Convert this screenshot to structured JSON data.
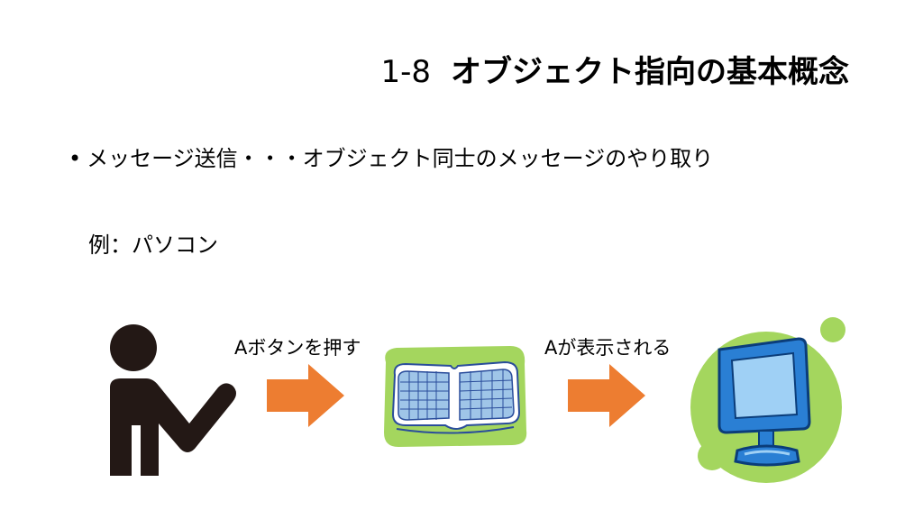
{
  "slide": {
    "title_number": "1-8",
    "title_text": "オブジェクト指向の基本概念",
    "bullet_text": "メッセージ送信・・・オブジェクト同士のメッセージのやり取り",
    "example_text": "例：パソコン"
  },
  "diagram": {
    "step1_label": "Aボタンを押す",
    "step2_label": "Aが表示される"
  },
  "colors": {
    "arrow": "#ED7D31",
    "person": "#231815",
    "green": "#A4D65E",
    "monitor_blue": "#2A7FD4"
  }
}
